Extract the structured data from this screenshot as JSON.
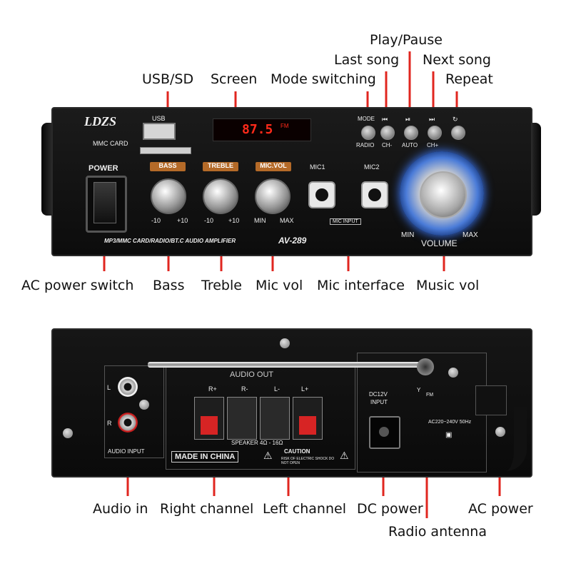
{
  "callouts_top": {
    "play_pause": "Play/Pause",
    "last_song": "Last song",
    "next_song": "Next song",
    "usb_sd": "USB/SD",
    "screen": "Screen",
    "mode_switching": "Mode switching",
    "repeat": "Repeat"
  },
  "callouts_mid": {
    "ac_power_switch": "AC power switch",
    "bass": "Bass",
    "treble": "Treble",
    "mic_vol": "Mic vol",
    "mic_interface": "Mic interface",
    "music_vol": "Music vol"
  },
  "callouts_bottom": {
    "audio_in": "Audio in",
    "right_channel": "Right channel",
    "left_channel": "Left channel",
    "dc_power": "DC  power",
    "ac_power": "AC power",
    "radio_antenna": "Radio antenna"
  },
  "front_panel": {
    "brand": "LDZS",
    "usb_label": "USB",
    "mmc_card": "MMC CARD",
    "power_label": "POWER",
    "lcd_text": "87.5",
    "lcd_unit": "FM",
    "bass_label": "BASS",
    "treble_label": "TREBLE",
    "mic_vol_label": "MIC.VOL",
    "bass_min": "-10",
    "bass_max": "+10",
    "treble_min": "-10",
    "treble_max": "+10",
    "micvol_min": "MIN",
    "micvol_max": "MAX",
    "mic1": "MIC1",
    "mic2": "MIC2",
    "mic_input": "MIC INPUT",
    "mode": "MODE",
    "radio": "RADIO",
    "ch_minus": "CH-",
    "auto": "AUTO",
    "ch_plus": "CH+",
    "strip_text": "MP3/MMC CARD/RADIO/BT.C AUDIO AMPLIFIER",
    "model": "AV-289",
    "volume_min": "MIN",
    "volume_max": "MAX",
    "volume_label": "VOLUME"
  },
  "back_panel": {
    "audio_out": "AUDIO OUT",
    "r_plus": "R+",
    "r_minus": "R-",
    "l_minus": "L-",
    "l_plus": "L+",
    "speaker": "SPEAKER 4Ω - 16Ω",
    "made_in_china": "MADE IN CHINA",
    "caution": "CAUTION",
    "caution_sub": "RISK OF ELECTRIC SHOCK DO NOT OPEN",
    "audio_input": "AUDIO INPUT",
    "l": "L",
    "r": "R",
    "dc12v": "DC12V",
    "input": "INPUT",
    "fm": "FM",
    "ac_rating": "AC220~240V 50Hz"
  },
  "colors": {
    "leader_line": "#e0261f",
    "knob_label_bg": "#b46a28",
    "lcd_digit": "#ff2a1a",
    "volume_ring": "#3f7cff"
  }
}
